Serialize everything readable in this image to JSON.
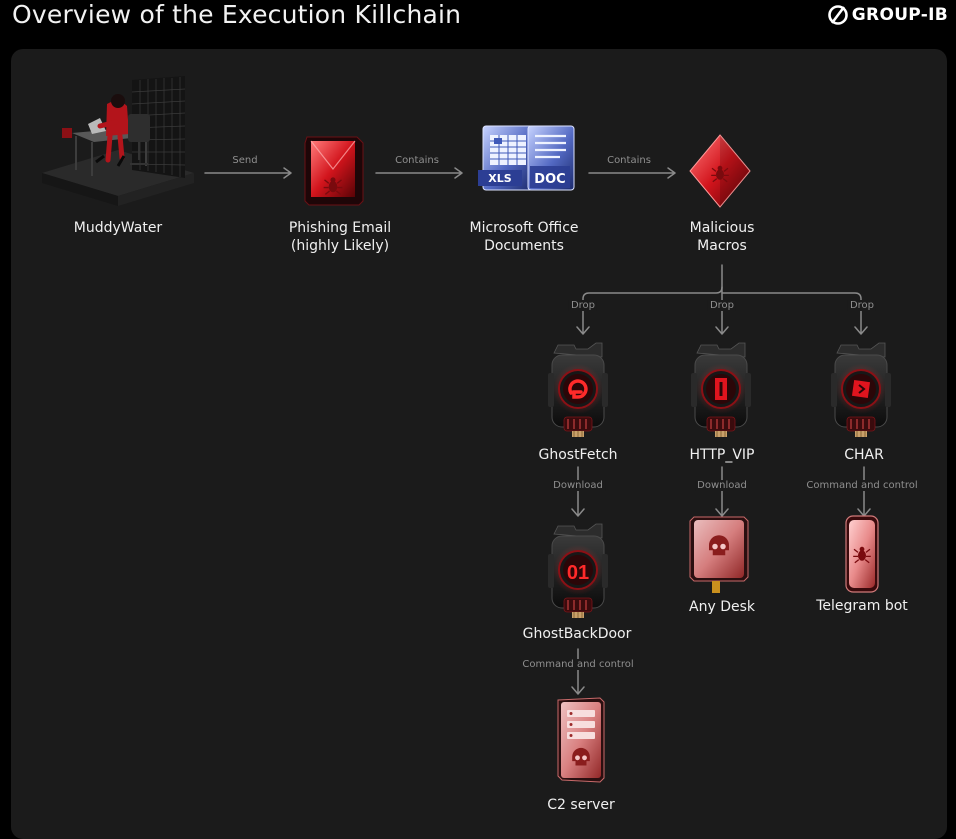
{
  "header": {
    "title": "Overview of the Execution Killchain",
    "brand": "GROUP-IB"
  },
  "nodes": {
    "muddywater": "MuddyWater",
    "phishing": [
      "Phishing Email",
      "(highly Likely)"
    ],
    "office": [
      "Microsoft Office",
      "Documents"
    ],
    "macros": [
      "Malicious",
      "Macros"
    ],
    "ghostfetch": "GhostFetch",
    "http_vip": "HTTP_VIP",
    "char": "CHAR",
    "ghostbackdoor": "GhostBackDoor",
    "anydesk": "Any Desk",
    "telegram": "Telegram bot",
    "c2": "C2 server"
  },
  "edges": {
    "send": "Send",
    "contains1": "Contains",
    "contains2": "Contains",
    "drop1": "Drop",
    "drop2": "Drop",
    "drop3": "Drop",
    "download1": "Download",
    "download2": "Download",
    "cc1": "Command and control",
    "cc2": "Command and control"
  },
  "icons": {
    "office_doc_tags": [
      "XLS",
      "DOC"
    ],
    "ghostbackdoor_glyph": "01"
  },
  "colors": {
    "background": "#000000",
    "panel": "#1b1b1b",
    "accent": "#e0141e",
    "text": "#f0f0f0",
    "edge": "#8a8a8a",
    "office_blue": "#3f59b8"
  }
}
